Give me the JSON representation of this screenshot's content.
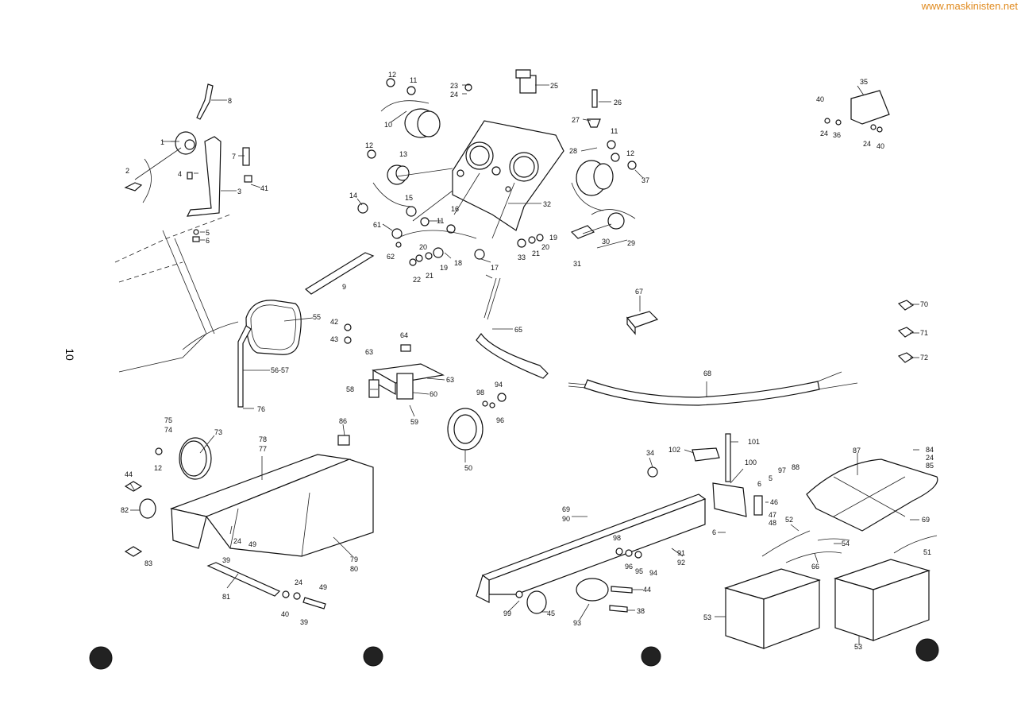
{
  "watermark": "www.maskinisten.net",
  "page_number": "10",
  "callouts": [
    {
      "id": "c8",
      "text": "8"
    },
    {
      "id": "c1",
      "text": "1"
    },
    {
      "id": "c2",
      "text": "2"
    },
    {
      "id": "c4",
      "text": "4"
    },
    {
      "id": "c3",
      "text": "3"
    },
    {
      "id": "c7",
      "text": "7"
    },
    {
      "id": "c41",
      "text": "41"
    },
    {
      "id": "c5a",
      "text": "5"
    },
    {
      "id": "c6a",
      "text": "6"
    },
    {
      "id": "c12a",
      "text": "12"
    },
    {
      "id": "c11a",
      "text": "11"
    },
    {
      "id": "c10",
      "text": "10"
    },
    {
      "id": "c23",
      "text": "23"
    },
    {
      "id": "c24a",
      "text": "24"
    },
    {
      "id": "c25",
      "text": "25"
    },
    {
      "id": "c26",
      "text": "26"
    },
    {
      "id": "c27",
      "text": "27"
    },
    {
      "id": "c11b",
      "text": "11"
    },
    {
      "id": "c12b",
      "text": "12"
    },
    {
      "id": "c28",
      "text": "28"
    },
    {
      "id": "c37",
      "text": "37"
    },
    {
      "id": "c13",
      "text": "13"
    },
    {
      "id": "c12c",
      "text": "12"
    },
    {
      "id": "c14",
      "text": "14"
    },
    {
      "id": "c15",
      "text": "15"
    },
    {
      "id": "c11c",
      "text": "11"
    },
    {
      "id": "c16",
      "text": "16"
    },
    {
      "id": "c32",
      "text": "32"
    },
    {
      "id": "c61",
      "text": "61"
    },
    {
      "id": "c62",
      "text": "62"
    },
    {
      "id": "c20a",
      "text": "20"
    },
    {
      "id": "c18",
      "text": "18"
    },
    {
      "id": "c19a",
      "text": "19"
    },
    {
      "id": "c21a",
      "text": "21"
    },
    {
      "id": "c22",
      "text": "22"
    },
    {
      "id": "c17",
      "text": "17"
    },
    {
      "id": "c33",
      "text": "33"
    },
    {
      "id": "c21b",
      "text": "21"
    },
    {
      "id": "c20b",
      "text": "20"
    },
    {
      "id": "c19b",
      "text": "19"
    },
    {
      "id": "c30",
      "text": "30"
    },
    {
      "id": "c29",
      "text": "29"
    },
    {
      "id": "c31",
      "text": "31"
    },
    {
      "id": "c9",
      "text": "9"
    },
    {
      "id": "c35",
      "text": "35"
    },
    {
      "id": "c40a",
      "text": "40"
    },
    {
      "id": "c24b",
      "text": "24"
    },
    {
      "id": "c36",
      "text": "36"
    },
    {
      "id": "c24c",
      "text": "24"
    },
    {
      "id": "c40b",
      "text": "40"
    },
    {
      "id": "c67",
      "text": "67"
    },
    {
      "id": "c70",
      "text": "70"
    },
    {
      "id": "c71",
      "text": "71"
    },
    {
      "id": "c72",
      "text": "72"
    },
    {
      "id": "c55",
      "text": "55"
    },
    {
      "id": "c42",
      "text": "42"
    },
    {
      "id": "c43",
      "text": "43"
    },
    {
      "id": "c64",
      "text": "64"
    },
    {
      "id": "c63a",
      "text": "63"
    },
    {
      "id": "c63b",
      "text": "63"
    },
    {
      "id": "c58",
      "text": "58"
    },
    {
      "id": "c60",
      "text": "60"
    },
    {
      "id": "c59",
      "text": "59"
    },
    {
      "id": "c5657",
      "text": "56-57"
    },
    {
      "id": "c76",
      "text": "76"
    },
    {
      "id": "c65",
      "text": "65"
    },
    {
      "id": "c68",
      "text": "68"
    },
    {
      "id": "c94a",
      "text": "94"
    },
    {
      "id": "c98a",
      "text": "98"
    },
    {
      "id": "c96a",
      "text": "96"
    },
    {
      "id": "c50",
      "text": "50"
    },
    {
      "id": "c75",
      "text": "75"
    },
    {
      "id": "c74",
      "text": "74"
    },
    {
      "id": "c73",
      "text": "73"
    },
    {
      "id": "c12d",
      "text": "12"
    },
    {
      "id": "c78",
      "text": "78"
    },
    {
      "id": "c77",
      "text": "77"
    },
    {
      "id": "c86",
      "text": "86"
    },
    {
      "id": "c44a",
      "text": "44"
    },
    {
      "id": "c82",
      "text": "82"
    },
    {
      "id": "c83",
      "text": "83"
    },
    {
      "id": "c24d",
      "text": "24"
    },
    {
      "id": "c49a",
      "text": "49"
    },
    {
      "id": "c39a",
      "text": "39"
    },
    {
      "id": "c79",
      "text": "79"
    },
    {
      "id": "c80",
      "text": "80"
    },
    {
      "id": "c81",
      "text": "81"
    },
    {
      "id": "c40c",
      "text": "40"
    },
    {
      "id": "c24e",
      "text": "24"
    },
    {
      "id": "c49b",
      "text": "49"
    },
    {
      "id": "c39b",
      "text": "39"
    },
    {
      "id": "c34",
      "text": "34"
    },
    {
      "id": "c102",
      "text": "102"
    },
    {
      "id": "c101",
      "text": "101"
    },
    {
      "id": "c100",
      "text": "100"
    },
    {
      "id": "c5b",
      "text": "5"
    },
    {
      "id": "c97",
      "text": "97"
    },
    {
      "id": "c88",
      "text": "88"
    },
    {
      "id": "c6b",
      "text": "6"
    },
    {
      "id": "c46",
      "text": "46"
    },
    {
      "id": "c47",
      "text": "47"
    },
    {
      "id": "c48",
      "text": "48"
    },
    {
      "id": "c6c",
      "text": "6"
    },
    {
      "id": "c87",
      "text": "87"
    },
    {
      "id": "c84",
      "text": "84"
    },
    {
      "id": "c24f",
      "text": "24"
    },
    {
      "id": "c85",
      "text": "85"
    },
    {
      "id": "c69a",
      "text": "69"
    },
    {
      "id": "c90",
      "text": "90"
    },
    {
      "id": "c69b",
      "text": "69"
    },
    {
      "id": "c52",
      "text": "52"
    },
    {
      "id": "c54",
      "text": "54"
    },
    {
      "id": "c66",
      "text": "66"
    },
    {
      "id": "c51",
      "text": "51"
    },
    {
      "id": "c98b",
      "text": "98"
    },
    {
      "id": "c96b",
      "text": "96"
    },
    {
      "id": "c95",
      "text": "95"
    },
    {
      "id": "c94b",
      "text": "94"
    },
    {
      "id": "c91",
      "text": "91"
    },
    {
      "id": "c92",
      "text": "92"
    },
    {
      "id": "c44b",
      "text": "44"
    },
    {
      "id": "c38",
      "text": "38"
    },
    {
      "id": "c99",
      "text": "99"
    },
    {
      "id": "c45",
      "text": "45"
    },
    {
      "id": "c93",
      "text": "93"
    },
    {
      "id": "c53a",
      "text": "53"
    },
    {
      "id": "c53b",
      "text": "53"
    }
  ]
}
